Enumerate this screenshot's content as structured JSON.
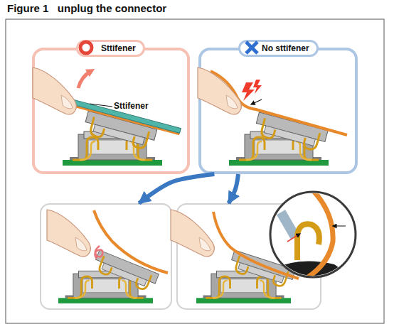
{
  "diagram": {
    "title": "Figure 1   unplug the connector",
    "nodes": [
      {
        "text": [
          "Sttifener"
        ]
      },
      {
        "text": [
          "No sttifener"
        ]
      },
      {
        "text": []
      },
      {
        "text": []
      }
    ],
    "edges": [
      {
        "from": 1,
        "to": 2,
        "arrow": "to"
      },
      {
        "from": 1,
        "to": 3,
        "arrow": "to"
      }
    ],
    "labels": [
      "Sttifener"
    ]
  }
}
